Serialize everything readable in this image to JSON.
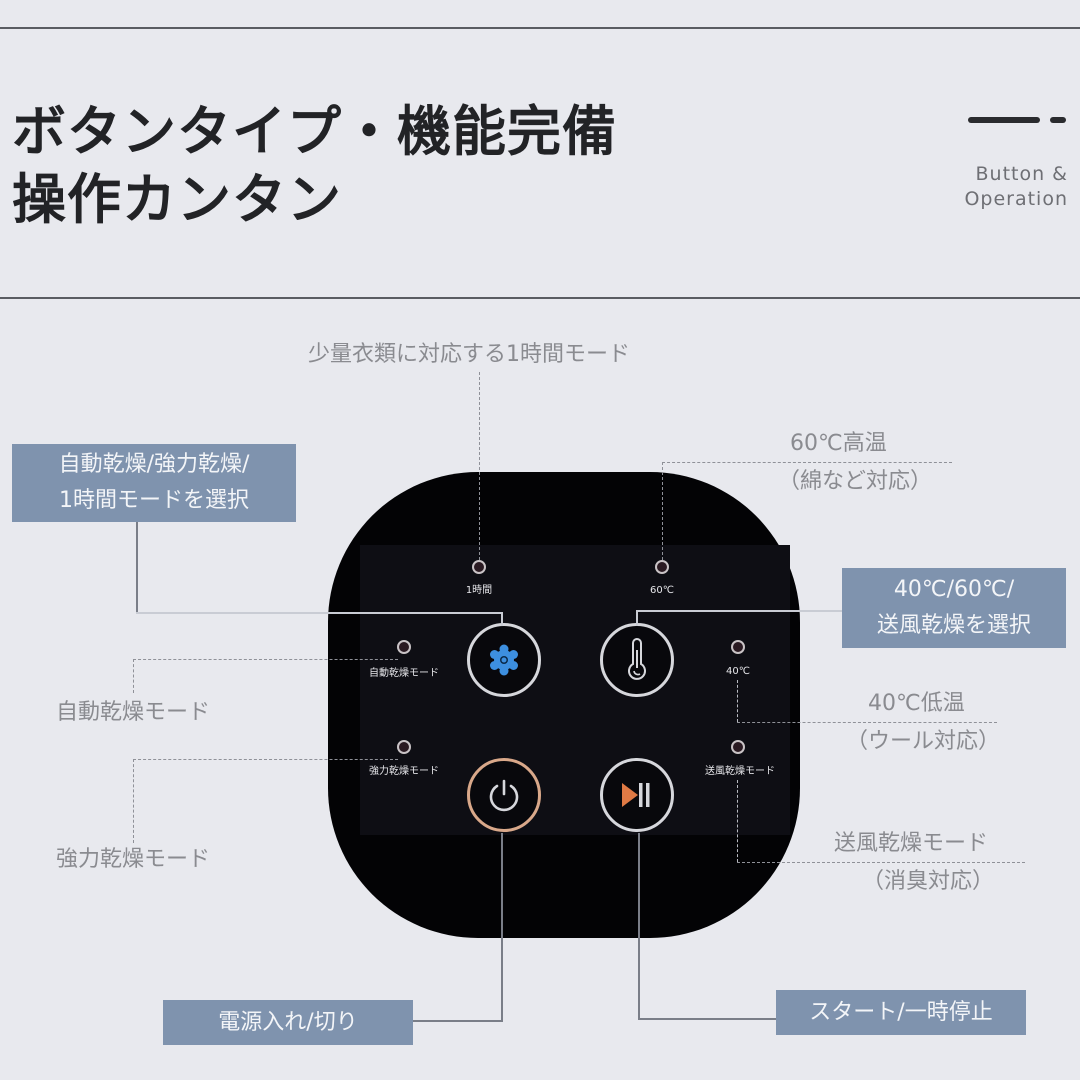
{
  "header": {
    "title_line1": "ボタンタイプ・機能完備",
    "title_line2": "操作カンタン",
    "subtitle_line1": "Button &",
    "subtitle_line2": "Operation"
  },
  "notes": {
    "one_hour_mode": "少量衣類に対応する1時間モード",
    "high_temp_line1": "60℃高温",
    "high_temp_line2": "（綿など対応）",
    "auto_dry": "自動乾燥モード",
    "strong_dry": "強力乾燥モード",
    "low_temp_line1": "40℃低温",
    "low_temp_line2": "（ウール対応）",
    "air_dry_line1": "送風乾燥モード",
    "air_dry_line2": "（消臭対応）"
  },
  "callouts": {
    "mode_select_line1": "自動乾燥/強力乾燥/",
    "mode_select_line2": "1時間モードを選択",
    "temp_select_line1": "40℃/60℃/",
    "temp_select_line2": "送風乾燥を選択",
    "power": "電源入れ/切り",
    "start_pause": "スタート/一時停止"
  },
  "panel": {
    "indicators": {
      "one_hour": "1時間",
      "sixty": "60℃",
      "auto_dry": "自動乾燥モード",
      "forty": "40℃",
      "strong_dry": "強力乾燥モード",
      "air_dry": "送風乾燥モード"
    },
    "buttons": [
      {
        "name": "mode",
        "icon": "gear-icon",
        "icon_color": "#3d8fe0"
      },
      {
        "name": "temperature",
        "icon": "thermometer-icon",
        "icon_color": "#d6d7dc"
      },
      {
        "name": "power",
        "icon": "power-icon",
        "icon_color": "#d6d7dc",
        "ring_color": "#d9a88a"
      },
      {
        "name": "start-pause",
        "icon": "play-pause-icon",
        "icon_color": "#e07a45"
      }
    ]
  },
  "colors": {
    "background": "#e8e9ee",
    "callout_fill": "#7f93ae",
    "panel": "#030305"
  }
}
